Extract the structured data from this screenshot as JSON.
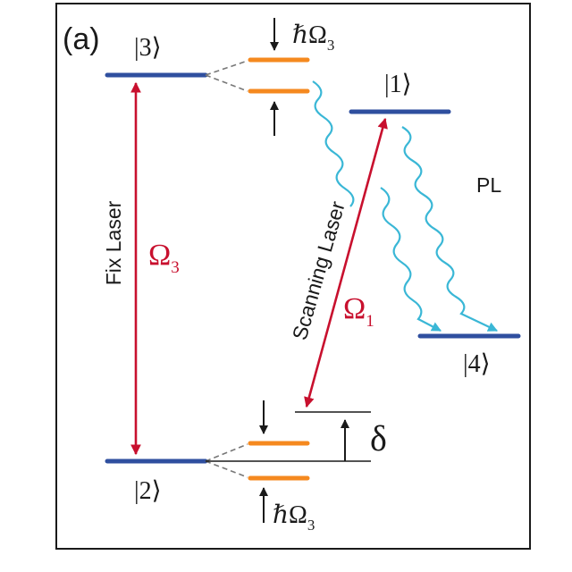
{
  "panel_label": "(a)",
  "levels": {
    "state3": {
      "label": "|3⟩"
    },
    "state1": {
      "label": "|1⟩"
    },
    "state4": {
      "label": "|4⟩"
    },
    "state2": {
      "label": "|2⟩"
    }
  },
  "splitting_top": {
    "label": "ℏΩ",
    "sub": "3"
  },
  "splitting_bottom": {
    "label": "ℏΩ",
    "sub": "3"
  },
  "fix_laser": {
    "label": "Fix Laser",
    "rabi": "Ω",
    "rabi_sub": "3"
  },
  "scanning_laser": {
    "label": "Scanning Laser",
    "rabi": "Ω",
    "rabi_sub": "1"
  },
  "detuning": {
    "label": "δ"
  },
  "emission": {
    "label": "PL"
  },
  "colors": {
    "level": "#2f4f9f",
    "sublevel": "#f5891f",
    "laser": "#c8102e",
    "pl": "#3ab7d6",
    "ink": "#1a1a1a"
  }
}
